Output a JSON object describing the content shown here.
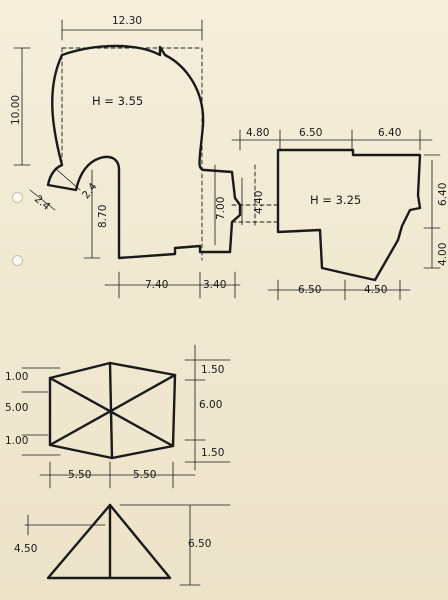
{
  "plan": {
    "height_a": "H = 3.55",
    "height_b": "H = 3.25",
    "dims": {
      "top_width": "12.30",
      "left_height": "10.00",
      "diag1": "2.4",
      "diag2": "2.4",
      "inner_height": "8.70",
      "mid_height": "7.00",
      "link_height": "4.40",
      "w1": "4.80",
      "w2": "6.50",
      "w3": "6.40",
      "right_height": "6.40",
      "right_low": "4.00",
      "b1": "7.40",
      "b2": "3.40",
      "b3": "6.50",
      "b4": "4.50"
    }
  },
  "rect_figure": {
    "left_top": "1.00",
    "left_mid": "5.00",
    "left_bottom": "1.00",
    "right_top": "1.50",
    "right_mid": "6.00",
    "right_bottom": "1.50",
    "bottom_left": "5.50",
    "bottom_right": "5.50"
  },
  "triangle_figure": {
    "left_height": "4.50",
    "right_height": "6.50"
  }
}
